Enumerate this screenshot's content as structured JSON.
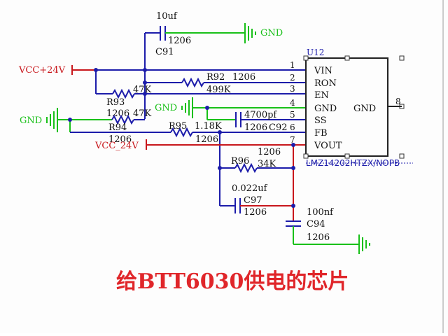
{
  "colors": {
    "power_wire": "#c8171c",
    "signal_wire": "#1c1caa",
    "ground": "#19c019",
    "chip_border": "#222222",
    "caption": "#e0262a"
  },
  "nets": {
    "vcc_in": "VCC+24V",
    "vcc_out": "VCC_24V",
    "gnd": "GND"
  },
  "chip": {
    "ref": "U12",
    "part": "LMZ14202HTZX/NOPB",
    "gnd_label": "GND",
    "right_pin": "8",
    "pins": [
      {
        "num": "1",
        "name": "VIN"
      },
      {
        "num": "2",
        "name": "RON"
      },
      {
        "num": "3",
        "name": "EN"
      },
      {
        "num": "4",
        "name": "GND"
      },
      {
        "num": "5",
        "name": "SS"
      },
      {
        "num": "6",
        "name": "FB"
      },
      {
        "num": "7",
        "name": "VOUT"
      }
    ]
  },
  "components": {
    "c91": {
      "ref": "C91",
      "value": "10uf",
      "pkg": "1206"
    },
    "r92": {
      "ref": "R92",
      "value": "1206",
      "sub": "499K"
    },
    "r93": {
      "ref": "R93",
      "value": "47K",
      "pkg": "1206"
    },
    "r94": {
      "ref": "R94",
      "value": "47K",
      "pkg": "1206"
    },
    "c92": {
      "ref": "C92",
      "value": "4700pf",
      "pkg": "1206"
    },
    "r95": {
      "ref": "R95",
      "value": "1.18K",
      "pkg": "1206"
    },
    "r96": {
      "ref": "R96",
      "value": "34K",
      "pkg": "1206"
    },
    "c97": {
      "ref": "C97",
      "value": "0.022uf",
      "pkg": "1206"
    },
    "c94": {
      "ref": "C94",
      "value": "100nf",
      "pkg": "1206"
    }
  },
  "caption": "给BTT6030供电的芯片"
}
